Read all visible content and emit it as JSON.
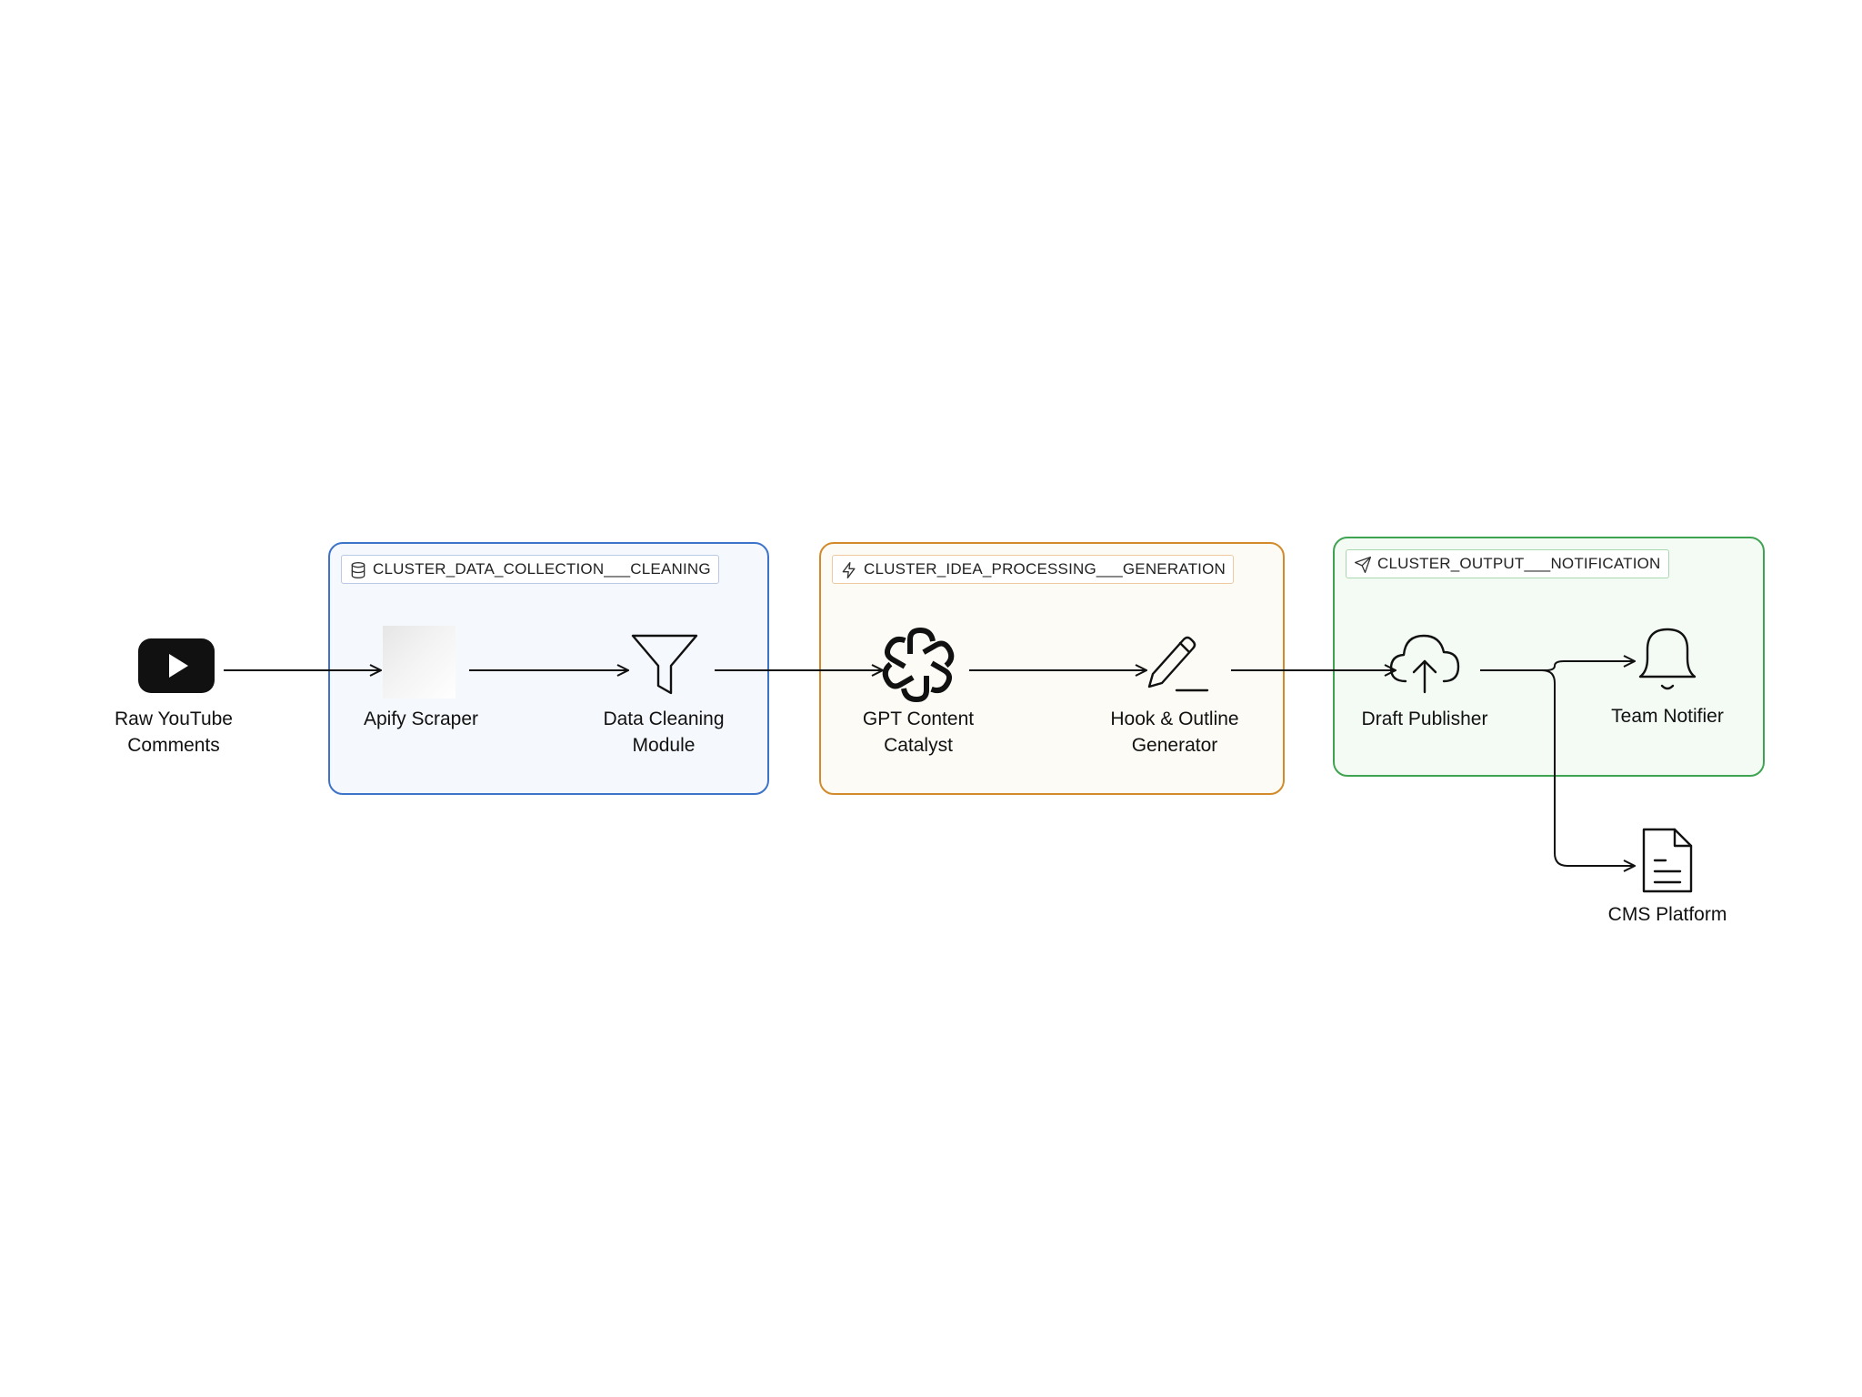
{
  "clusters": {
    "data_collection": {
      "label": "CLUSTER_DATA_COLLECTION___CLEANING",
      "color": "#3d73c9"
    },
    "idea_processing": {
      "label": "CLUSTER_IDEA_PROCESSING___GENERATION",
      "color": "#d38a2a"
    },
    "output": {
      "label": "CLUSTER_OUTPUT___NOTIFICATION",
      "color": "#3fa451"
    }
  },
  "nodes": {
    "raw_youtube": {
      "line1": "Raw YouTube",
      "line2": "Comments",
      "icon": "youtube-icon"
    },
    "apify": {
      "line1": "Apify Scraper",
      "icon": "apify-icon"
    },
    "data_cleaning": {
      "line1": "Data Cleaning",
      "line2": "Module",
      "icon": "filter-icon"
    },
    "gpt": {
      "line1": "GPT Content",
      "line2": "Catalyst",
      "icon": "openai-icon"
    },
    "hook": {
      "line1": "Hook & Outline",
      "line2": "Generator",
      "icon": "pen-icon"
    },
    "draft": {
      "line1": "Draft Publisher",
      "icon": "cloud-upload-icon"
    },
    "notifier": {
      "line1": "Team Notifier",
      "icon": "bell-icon"
    },
    "cms": {
      "line1": "CMS Platform",
      "icon": "document-icon"
    }
  },
  "edges": [
    {
      "from": "raw_youtube",
      "to": "apify"
    },
    {
      "from": "apify",
      "to": "data_cleaning"
    },
    {
      "from": "data_cleaning",
      "to": "gpt"
    },
    {
      "from": "gpt",
      "to": "hook"
    },
    {
      "from": "hook",
      "to": "draft"
    },
    {
      "from": "draft",
      "to": "notifier"
    },
    {
      "from": "draft",
      "to": "cms"
    }
  ]
}
